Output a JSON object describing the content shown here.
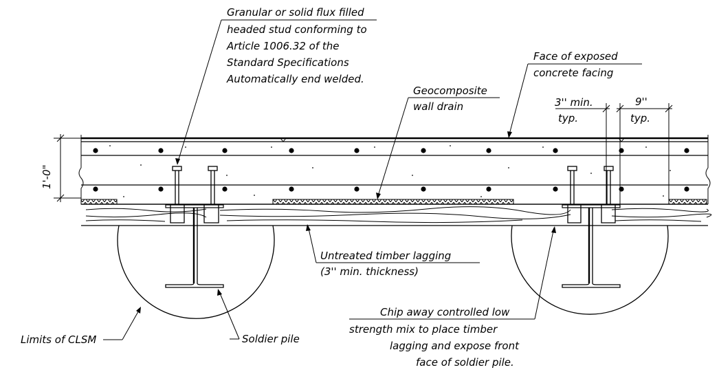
{
  "labels": {
    "stud_note": [
      "Granular or solid flux filled",
      "headed stud conforming to",
      "Article 1006.32 of the",
      "Standard Specifications",
      "Automatically end welded."
    ],
    "face_note": [
      "Face of exposed",
      "concrete facing"
    ],
    "geo_note": [
      "Geocomposite",
      "wall drain"
    ],
    "dim_3in": [
      "3'' min.",
      "typ."
    ],
    "dim_9in": [
      "9''",
      "typ."
    ],
    "dim_height": "1'-0\"",
    "lagging_note": [
      "Untreated timber lagging",
      "(3'' min. thickness)"
    ],
    "chip_note": [
      "Chip away controlled low",
      "strength mix to place timber",
      "lagging and expose front",
      "face of soldier pile."
    ],
    "clsm_label": "Limits of CLSM",
    "pile_label": "Soldier pile"
  }
}
